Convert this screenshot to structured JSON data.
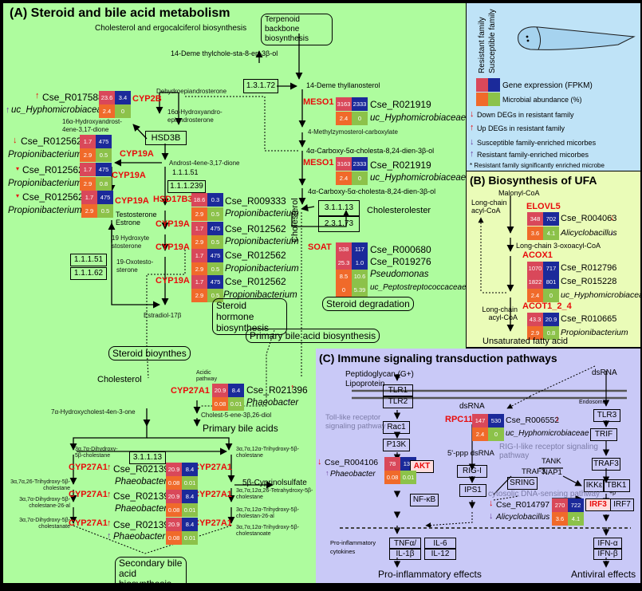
{
  "panelA": {
    "title": "(A) Steroid and bile acid metabolism",
    "subtitle": "Cholesterol and ergocalciferol biosynthesis",
    "terpenoid": "Terpenoid backbone biosynthesis",
    "metabolites": {
      "m1": "14-Deme thylchole-sta-8-en-3β-ol",
      "m2": "14-Deme thyllanosterol",
      "m3": "4-Methylzymosterol-carboxylate",
      "m4": "4α-Carboxy-5α-cholesta-8,24-dien-3β-ol",
      "m5": "4α-Carboxy-5α-cholesta-8,24-dien-3β-ol",
      "cholesterolester": "Cholesterolester",
      "dhea": "Dehydroepiandrosterone",
      "hydroxyepi": "16α-Hydroxyandro-epiandrosterone",
      "hydroxyandrost": "16α-Hydroxyandrost-4ene-3,17-dione",
      "androst": "Androst-4ene-3,17-dione",
      "testosterone": "Testosterone",
      "estrone": "Estrone",
      "hydroxytest": "19 Hydroxyte stosterone",
      "oxotest": "19-Oxotesto-sterone",
      "estradiol": "Estradiol-17β",
      "cholesterol": "Cholesterol",
      "cholesterol_v": "Cholesterol",
      "hydroxycholest": "7α-Hydroxycholest-4en-3-one",
      "acidic": "Acidic pathway",
      "cholestenediol": "Cholest-5-ene-3β,26-diol",
      "primary_bile": "Primary bile acids",
      "l1": "3α,7α-Dihydroxy-5β-cholestane",
      "l2": "3α,7α,26-Trihydroxy-5β-cholestane",
      "l3": "3α,7α-Dihydroxy-5β-cholestane-26-al",
      "l4": "3α,7α-Dihydroxy-5β-cholestanate",
      "r1": "3α,7α,12α-Trihydroxy-5β-cholestane",
      "r2": "3α,7α,12α,26-Tetrahydroxy-5β-cholestane",
      "r3": "3α,7α,12α-Trihydroxy-5β-cholestan-26-al",
      "r4": "3α,7α,12α-Trihydroxy-5β-cholestanoate",
      "cyprinol": "5β-Cyprinolsulfate"
    },
    "ec": {
      "e1": "1.3.1.72",
      "e2": "3.1.1.13",
      "e3": "2.3.1.73",
      "e4": "1.1.1.51",
      "e5": "1.1.1.239",
      "e6": "1.1.1.51",
      "e7": "1.1.1.62",
      "e8": "3.1.1.13"
    },
    "hsd3b": "HSD3B",
    "pathways": {
      "steroid_hormone": "Steroid hormone biosynthesis",
      "steroid_degradation": "Steroid degradation",
      "primary_bile_biosynth": "Primary bile acid biosynthesis",
      "steroid_bioynthes": "Steroid bioynthes",
      "secondary_bile": "Secondary bile acid biosynthesis"
    },
    "enzymes": {
      "cyp2b": "CYP2B",
      "cyp19a": "CYP19A",
      "hsd17b3": "HSD17B3",
      "meso1": "MESO1",
      "soat": "SOAT",
      "cyp27a1": "CYP27A1"
    },
    "entries": [
      {
        "gene": "Cse_R017588",
        "microbe": "uc_Hyphomicrobiaceae",
        "expr": [
          "23.6",
          "3.4"
        ],
        "abund": [
          "2.4",
          "0"
        ]
      },
      {
        "gene": "Cse_R012562",
        "microbe": "Propionibacterium",
        "expr": [
          "1.7",
          "475"
        ],
        "abund": [
          "2.9",
          "0.5"
        ]
      },
      {
        "gene": "Cse_R012562",
        "microbe": "Propionibacterium",
        "expr": [
          "1.7",
          "475"
        ],
        "abund": [
          "2.9",
          "0.8"
        ]
      },
      {
        "gene": "Cse_R012562",
        "microbe": "Propionibacterium",
        "expr": [
          "1.7",
          "475"
        ],
        "abund": [
          "2.9",
          "0.5"
        ]
      },
      {
        "gene": "Cse_R009333",
        "microbe": "Propionibacterium",
        "expr": [
          "18.6",
          "0.3"
        ],
        "abund": [
          "2.9",
          "0.5"
        ]
      },
      {
        "gene": "Cse_R012562",
        "microbe": "Propionibacterium",
        "expr": [
          "1.7",
          "475"
        ],
        "abund": [
          "2.9",
          "0.5"
        ]
      },
      {
        "gene": "Cse_R012562",
        "microbe": "Propionibacterium",
        "expr": [
          "1.7",
          "475"
        ],
        "abund": [
          "2.9",
          "0.5"
        ]
      },
      {
        "gene": "Cse_R012562",
        "microbe": "Propionibacterium",
        "expr": [
          "1.7",
          "475"
        ],
        "abund": [
          "2.9",
          "0.5"
        ]
      },
      {
        "gene": "Cse_R021919",
        "microbe": "uc_Hyphomicrobiaceae",
        "expr": [
          "3163",
          "2333"
        ],
        "abund": [
          "2.4",
          "0"
        ]
      },
      {
        "gene": "Cse_R021919",
        "microbe": "uc_Hyphomicrobiaceae",
        "expr": [
          "3163",
          "2333"
        ],
        "abund": [
          "2.4",
          "0"
        ]
      },
      {
        "gene": "Cse_R021396",
        "microbe": "Phaeobacter",
        "expr": [
          "20.9",
          "8.4"
        ],
        "abund": [
          "0.08",
          "0.01"
        ]
      },
      {
        "gene": "Cse_R021396",
        "microbe": "Phaeobacter",
        "expr": [
          "20.9",
          "8.4"
        ],
        "abund": [
          "0.08",
          "0.01"
        ]
      },
      {
        "gene": "Cse_R021396",
        "microbe": "Phaeobacter",
        "expr": [
          "20.9",
          "8.4"
        ],
        "abund": [
          "0.08",
          "0.01"
        ]
      },
      {
        "gene": "Cse_R021396",
        "microbe": "Phaeobacter",
        "expr": [
          "20.9",
          "8.4"
        ],
        "abund": [
          "0.08",
          "0.01"
        ]
      }
    ],
    "soat": {
      "genes": [
        {
          "gene": "Cse_R000680",
          "expr": [
            "538",
            "117"
          ]
        },
        {
          "gene": "Cse_R019276",
          "expr": [
            "25.3",
            "1.0"
          ]
        }
      ],
      "microbes": [
        {
          "microbe": "Pseudomonas",
          "abund": [
            "8.5",
            "10.6"
          ]
        },
        {
          "microbe": "uc_Peptostreptococcaceae",
          "abund": [
            "0",
            "5.39"
          ]
        }
      ]
    }
  },
  "legend": {
    "col1": "Resistant family",
    "col2": "Susceptible family",
    "gene_expr": "Gene expression (FPKM)",
    "microbial": "Microbial abundance (%)",
    "down": "Down DEGs in resistant family",
    "up": "Up DEGs in resistant family",
    "susc": "Susceptible family-enriched micorbes",
    "res": "Resistant family-enriched micorbes",
    "star": "* Resistant family significantly enriched microbe",
    "colors": {
      "red": "#d9485a",
      "blue": "#1b2a9a",
      "orange": "#f06a2a",
      "green": "#8cc24a"
    }
  },
  "panelB": {
    "title": "(B) Biosynthesis of UFA",
    "malonyl": "Malonyl-CoA",
    "lcacyl1": "Long-chain acyl-CoA",
    "lc3oxo": "Long-chain 3-oxoacyl-CoA",
    "lcacyl2": "Long-chain acyl-CoA",
    "ufa": "Unsaturated fatty acid",
    "elovl5": "ELOVL5",
    "acox1": "ACOX1",
    "acot": "ACOT1_2_4",
    "e1": {
      "gene": "Cse_R004063",
      "microbe": "Alicyclobacillus",
      "expr": [
        "348",
        "702"
      ],
      "abund": [
        "3.6",
        "4.1"
      ]
    },
    "acox_genes": [
      {
        "gene": "Cse_R012796",
        "expr": [
          "1070",
          "717"
        ]
      },
      {
        "gene": "Cse_R015228",
        "expr": [
          "1822",
          "801"
        ]
      }
    ],
    "acox_microbe": {
      "microbe": "uc_Hyphomicrobiaceae",
      "abund": [
        "2.4",
        "0"
      ]
    },
    "acot_entry": {
      "gene": "Cse_R010665",
      "microbe": "Propionibacterium",
      "expr": [
        "43.3",
        "20.9"
      ],
      "abund": [
        "2.9",
        "0.8"
      ]
    }
  },
  "panelC": {
    "title": "(C) Immune signaling transduction pathways",
    "pg": "Peptidoglycan (G+)",
    "lp": "Lipoprotein",
    "dsrna_top": "dsRNA",
    "dsrna_mid": "dsRNA",
    "endosome": "Endosome",
    "tlr1": "TLR1",
    "tlr2": "TLR2",
    "tlr3": "TLR3",
    "rac1": "Rac1",
    "p13k": "P13K",
    "akt": "AKT",
    "trif": "TRIF",
    "traf3a": "TRAF3",
    "traf3b": "TRAF3",
    "tank": "TANK",
    "nap1": "NAP1",
    "rigi": "RIG-I",
    "ips1": "IPS1",
    "sring": "SRING",
    "ikke": "IKKε",
    "tbk1": "TBK1",
    "irf3": "IRF3",
    "irf7": "IRF7",
    "nfkb": "NF-κB",
    "p": "+p",
    "ppp": "5'-ppp dsRNA",
    "rpc11": "RPC11",
    "tlr_pw": "Toll-like receptor signaling pathway",
    "rig_pw": "RIG-I-like receptor signaling pathway",
    "dna_pw": "cytosolic DNA-sensing pathway",
    "rpc_entry": {
      "gene": "Cse_R006552",
      "microbe": "uc_Hyphomicrobiaceae",
      "expr": [
        "147",
        "530"
      ],
      "abund": [
        "2.4",
        "0"
      ]
    },
    "akt_entry": {
      "gene": "Cse_R004106",
      "microbe": "Phaeobacter",
      "expr": [
        "78",
        "134"
      ],
      "abund": [
        "0.08",
        "0.01"
      ]
    },
    "irf_entry": {
      "gene": "Cse_R014797",
      "microbe": "Alicyclobacillus",
      "expr": [
        "270",
        "722"
      ],
      "abund": [
        "3.6",
        "4.1"
      ]
    },
    "proinf_cyt": "Pro-inflammatory cytokines",
    "tnf": "TNFα/",
    "il1": "IL-1β",
    "il6": "IL-6",
    "il12": "IL-12",
    "ifna": "IFN-α",
    "ifnb": "IFN-β",
    "proinf_eff": "Pro-inflammatory effects",
    "antiviral": "Antiviral effects"
  }
}
